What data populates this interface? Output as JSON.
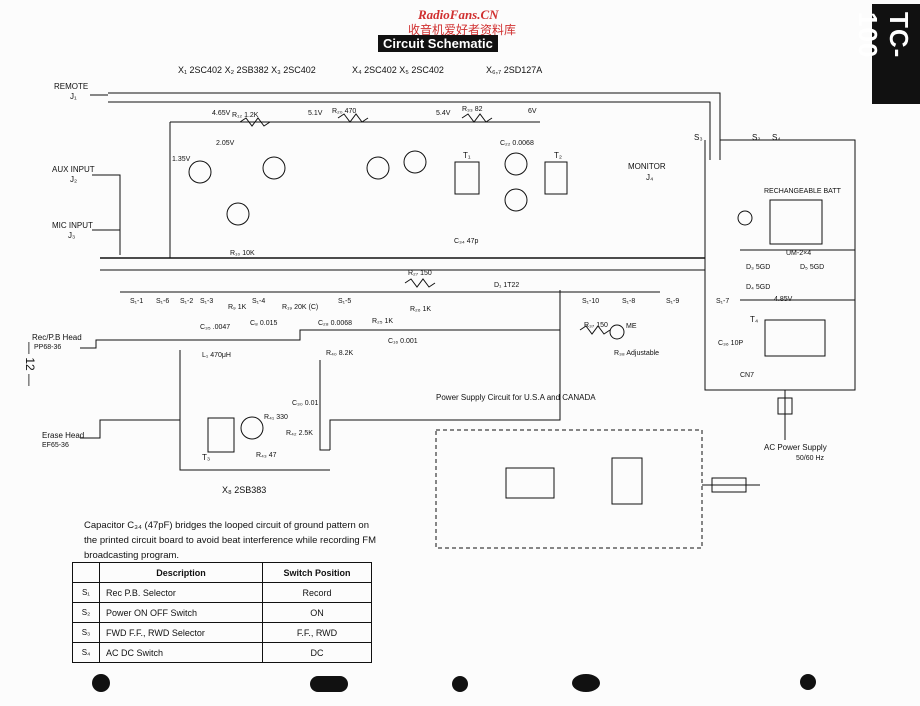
{
  "header": {
    "watermark": "RadioFans.CN",
    "watermark_cn": "收音机爱好者资料库",
    "title": "Circuit Schematic",
    "model": "TC-100",
    "page_number": "— 12 —"
  },
  "transistors": {
    "x1_x2_x3": "X₁ 2SC402  X₂ 2SB382  X₃ 2SC402",
    "x4_x5": "X₄ 2SC402  X₅ 2SC402",
    "x6_x7": "X₆,₇ 2SD127A",
    "x8": "X₈ 2SB383"
  },
  "jacks": {
    "remote": "REMOTE",
    "remote_j": "J₁",
    "aux": "AUX INPUT",
    "aux_j": "J₂",
    "mic": "MIC INPUT",
    "mic_j": "J₃",
    "rec_head": "Rec/P.B Head",
    "rec_head_model": "PP68-36",
    "erase_head": "Erase Head",
    "erase_head_model": "EF65-36",
    "monitor": "MONITOR",
    "monitor_j": "J₄"
  },
  "labels": {
    "r12": "R₁₂ 1.2K",
    "v465": "4.65V",
    "v51": "5.1V",
    "r20": "R₂₀ 470",
    "v54": "5.4V",
    "r33": "R₃₃ 82",
    "v6": "6V",
    "v205": "2.05V",
    "v135": "1.35V",
    "r10": "R₁₀ 10K",
    "r9": "R₉ 1K",
    "r19": "R₁₉ 20K (C)",
    "c8": "C₈ 0.015",
    "c28": "C₂₈ 0.0068",
    "r40": "R₄₀ 8.2K",
    "c35": "C₃₅ .0047",
    "l1": "L₁ 470μH",
    "r27": "R₂₇ 150",
    "r25": "R₂₅ 1K",
    "r26": "R₂₆ 1K",
    "c16": "C₁₆ 0.001",
    "d1": "D₁ 1T22",
    "r37": "R₃₇ 150",
    "me": "ME",
    "r38": "R₃₈ Adjustable",
    "c34": "C₃₄ 47p",
    "r41": "R₄₁ 330",
    "c30": "C₃₀ 0.01",
    "r42": "R₄₂ 2.5K",
    "r43": "R₄₃ 47",
    "t3": "T₃",
    "t1": "T₁",
    "t2": "T₂",
    "t4": "T₄",
    "c22": "C₂₂ 0.0068",
    "rech_batt": "RECHANGEABLE BATT",
    "um": "UM-2×4",
    "d3": "D₃ 5GD",
    "d4": "D₄ 5GD",
    "d5": "D₅ 5GD",
    "v485": "4.85V",
    "c36": "C₃₆ 10P",
    "cn7": "CN7",
    "ac_supply": "AC Power Supply",
    "ac_freq": "50/60 Hz",
    "ps_title": "Power Supply Circuit for U.S.A and CANADA",
    "s1": "S₁",
    "s2": "S₂",
    "s3": "S₃",
    "s4": "S₄",
    "s1_1": "S₁-1",
    "s1_2": "S₁-2",
    "s1_3": "S₁-3",
    "s1_4": "S₁-4",
    "s1_5": "S₁-5",
    "s1_6": "S₁-6",
    "s1_7": "S₁-7",
    "s1_8": "S₁-8",
    "s1_9": "S₁-9",
    "s1_10": "S₁-10"
  },
  "note": "Capacitor C₃₄ (47pF) bridges the looped circuit of ground pattern on the printed circuit board to avoid beat interference while recording FM broadcasting program.",
  "switch_table": {
    "headers": [
      "",
      "Description",
      "Switch Position"
    ],
    "rows": [
      [
        "S₁",
        "Rec P.B. Selector",
        "Record"
      ],
      [
        "S₂",
        "Power ON OFF Switch",
        "ON"
      ],
      [
        "S₃",
        "FWD F.F., RWD Selector",
        "F.F., RWD"
      ],
      [
        "S₄",
        "AC DC Switch",
        "DC"
      ]
    ]
  }
}
